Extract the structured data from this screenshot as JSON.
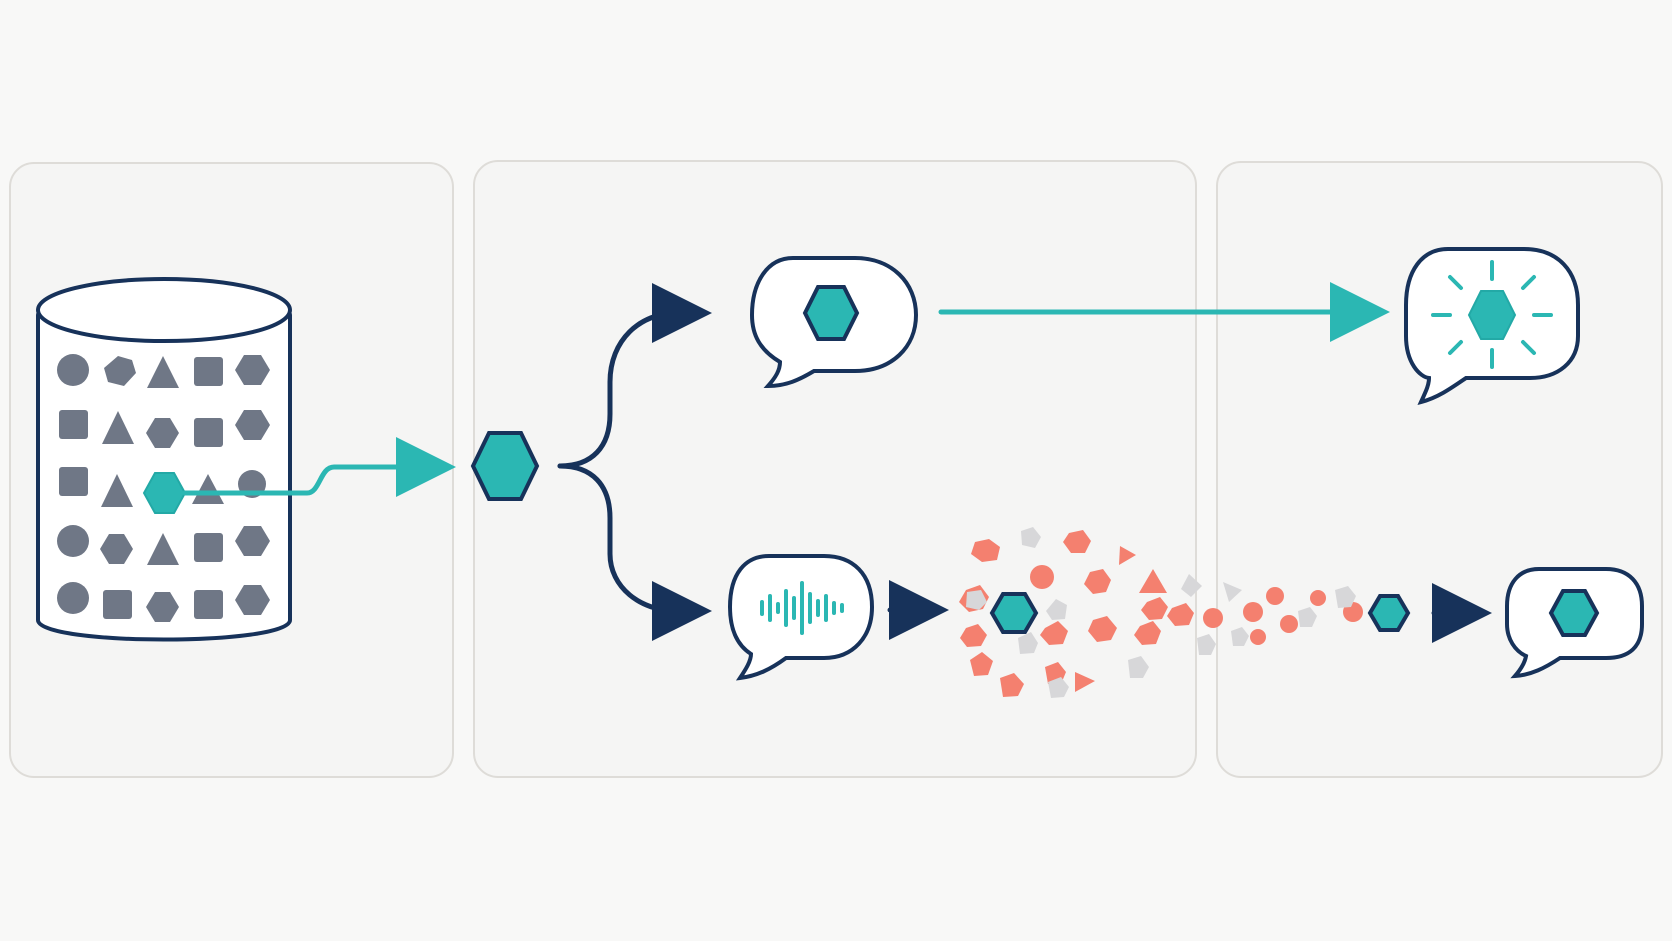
{
  "diagram": {
    "title": "",
    "labels": []
  },
  "colors": {
    "background": "#f8f8f7",
    "panel_fill": "#f5f5f4",
    "panel_border": "#dedcd8",
    "outline": "#17325a",
    "teal": "#2bb7b3",
    "gray_shape": "#6f7786",
    "coral": "#f4806f",
    "faint_gray": "#d7d7d9",
    "bubble_fill": "#ffffff"
  },
  "icons": {
    "database": "cylinder-database-icon",
    "token": "hexagon-token-icon",
    "speech": "speech-bubble-icon",
    "audio": "audio-waveform-icon",
    "glow": "sparkle-rays-icon"
  },
  "panels": [
    {
      "name": "retrieval-panel"
    },
    {
      "name": "routing-panel"
    },
    {
      "name": "output-panel"
    }
  ],
  "flows": [
    {
      "name": "database-to-selected-token",
      "style": "teal-arrow"
    },
    {
      "name": "split-to-text-bubble",
      "style": "navy-arrow"
    },
    {
      "name": "split-to-audio-bubble",
      "style": "navy-arrow"
    },
    {
      "name": "text-bubble-to-highlighted-output",
      "style": "teal-arrow"
    },
    {
      "name": "audio-bubble-to-noise",
      "style": "navy-arrow"
    },
    {
      "name": "recovered-token-to-final-output",
      "style": "navy-arrow"
    }
  ],
  "particle_field": {
    "description": "",
    "mix": [
      "coral",
      "gray",
      "teal"
    ]
  }
}
